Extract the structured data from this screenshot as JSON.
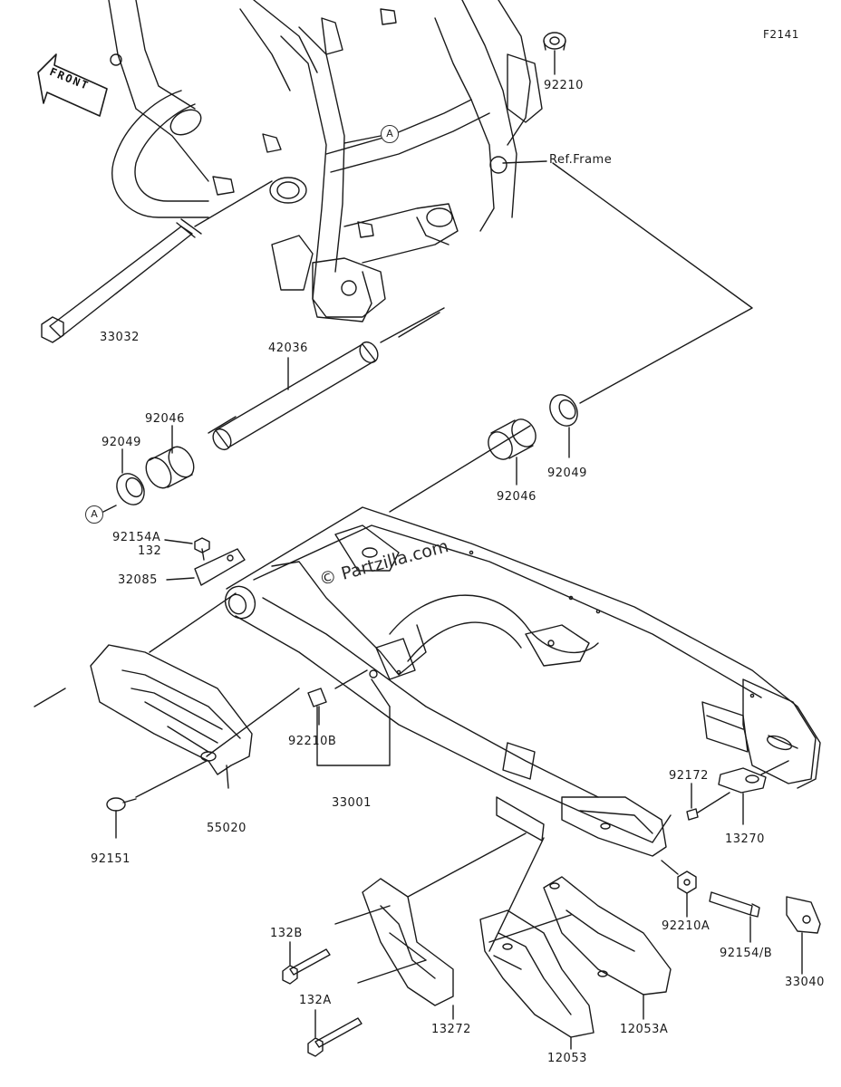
{
  "figure_id": "F2141",
  "front_arrow": "FRONT",
  "watermark": "© Partzilla.com",
  "ref_frame": "Ref.Frame",
  "callouts": {
    "a_top": "A",
    "a_left": "A"
  },
  "parts": {
    "p92210": "92210",
    "p33032": "33032",
    "p42036": "42036",
    "p92046_left": "92046",
    "p92049_left": "92049",
    "p92046_right": "92046",
    "p92049_right": "92049",
    "p92154A": "92154A",
    "p132": "132",
    "p32085": "32085",
    "p92210B": "92210B",
    "p33001": "33001",
    "p55020": "55020",
    "p92151": "92151",
    "p92172": "92172",
    "p13270": "13270",
    "p92210A": "92210A",
    "p92154B": "92154/B",
    "p33040": "33040",
    "p132B": "132B",
    "p132A": "132A",
    "p13272": "13272",
    "p12053A": "12053A",
    "p12053": "12053"
  }
}
